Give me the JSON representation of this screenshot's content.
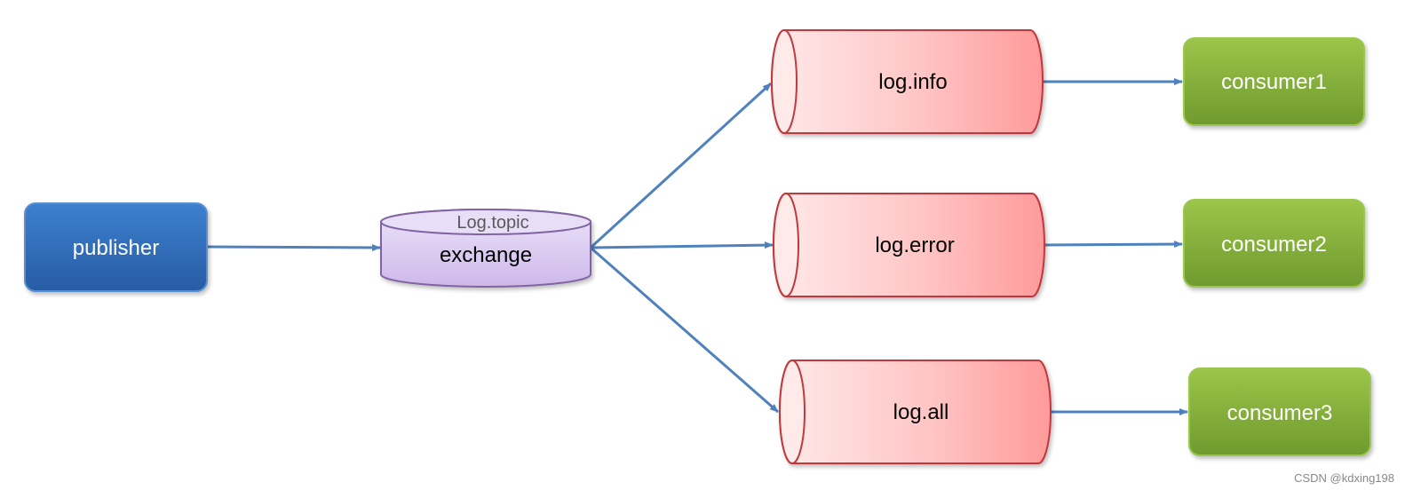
{
  "colors": {
    "publisher_fill": "#2f6db9",
    "publisher_stroke": "#5b8fd0",
    "exchange_fill": "#d9c9ef",
    "exchange_stroke": "#8064a2",
    "queue_fill": "#ff9e9e",
    "queue_stroke": "#c0393c",
    "consumer_fill": "#86b03a",
    "consumer_stroke": "#9bc64f",
    "arrow": "#4f81bd"
  },
  "publisher": {
    "label": "publisher"
  },
  "exchange": {
    "name": "Log.topic",
    "label": "exchange"
  },
  "queues": [
    {
      "label": "log.info"
    },
    {
      "label": "log.error"
    },
    {
      "label": "log.all"
    }
  ],
  "consumers": [
    {
      "label": "consumer1"
    },
    {
      "label": "consumer2"
    },
    {
      "label": "consumer3"
    }
  ],
  "watermark": "CSDN @kdxing198"
}
